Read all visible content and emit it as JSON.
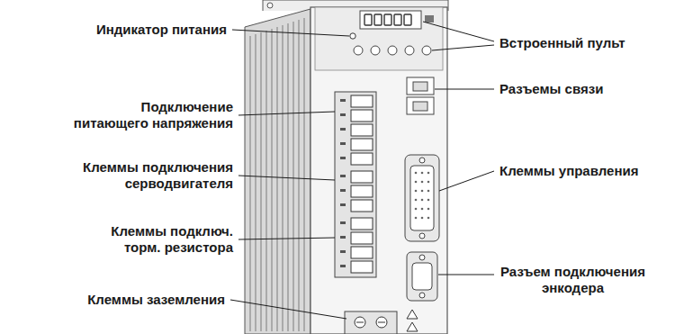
{
  "diagram": {
    "labels": [
      "Индикатор питания",
      "Подключение питающего напряжения",
      "Клеммы подключения серводвигателя",
      "Клеммы подключ. торм. резистора",
      "Клеммы заземления",
      "Встроенный пульт",
      "Разъемы связи",
      "Клеммы управления",
      "Разъем подключения энкодера"
    ]
  }
}
